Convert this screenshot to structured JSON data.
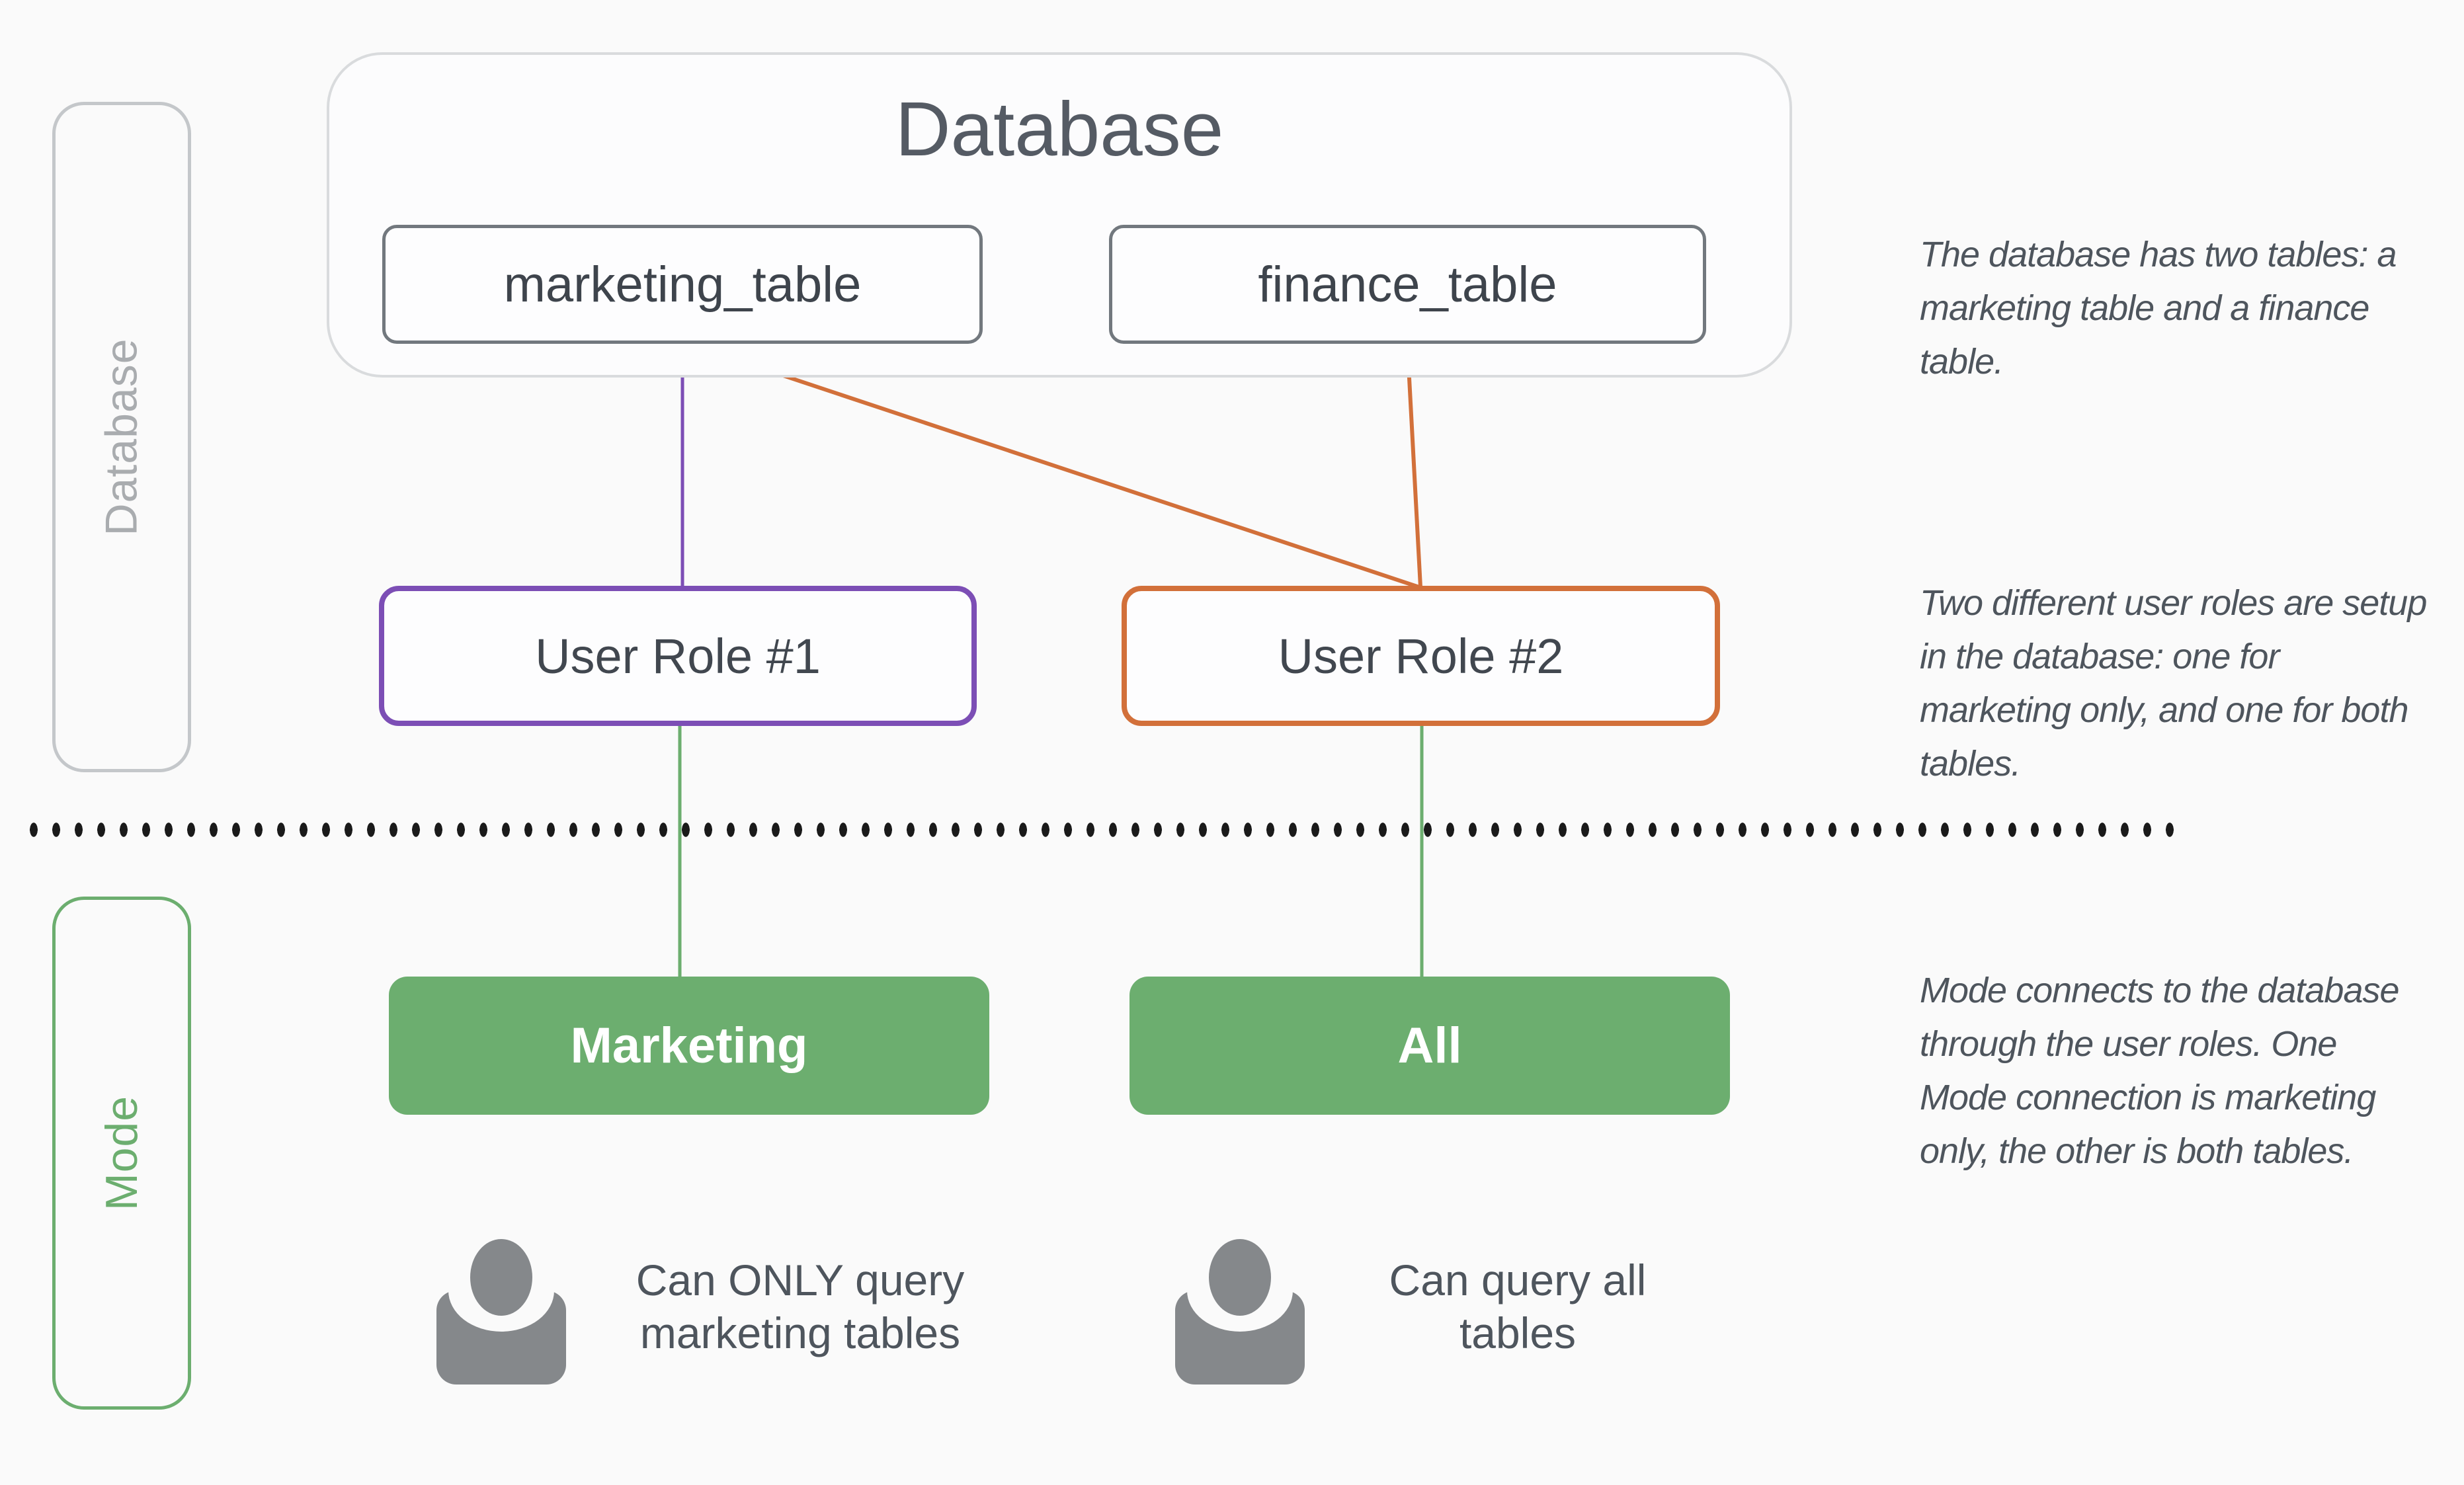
{
  "canvas": {
    "background": "#FAFAFA"
  },
  "colors": {
    "role1_accent": "#7C4EB5",
    "role2_accent": "#D2703A",
    "mode_accent": "#6CAE6F",
    "box_border_gray": "#72787E",
    "text_dark": "#3E444C",
    "side_label_gray": "#A9ACAF",
    "icon_gray": "#85888B"
  },
  "database_section": {
    "side_label": "Database",
    "container_title": "Database",
    "tables": [
      {
        "label": "marketing_table"
      },
      {
        "label": "finance_table"
      }
    ],
    "roles": [
      {
        "label": "User Role #1"
      },
      {
        "label": "User Role #2"
      }
    ]
  },
  "mode_section": {
    "side_label": "Mode",
    "connections": [
      {
        "label": "Marketing",
        "caption": "Can ONLY query\nmarketing tables"
      },
      {
        "label": "All",
        "caption": "Can query all\ntables"
      }
    ]
  },
  "annotations": [
    {
      "text": "The database has two tables: a\nmarketing table and a finance\ntable."
    },
    {
      "text": "Two different user roles are setup\nin the database: one for\nmarketing only, and one for both\ntables."
    },
    {
      "text": "Mode connects to the database\nthrough the user roles. One\nMode connection is marketing\nonly, the other is both tables."
    }
  ]
}
